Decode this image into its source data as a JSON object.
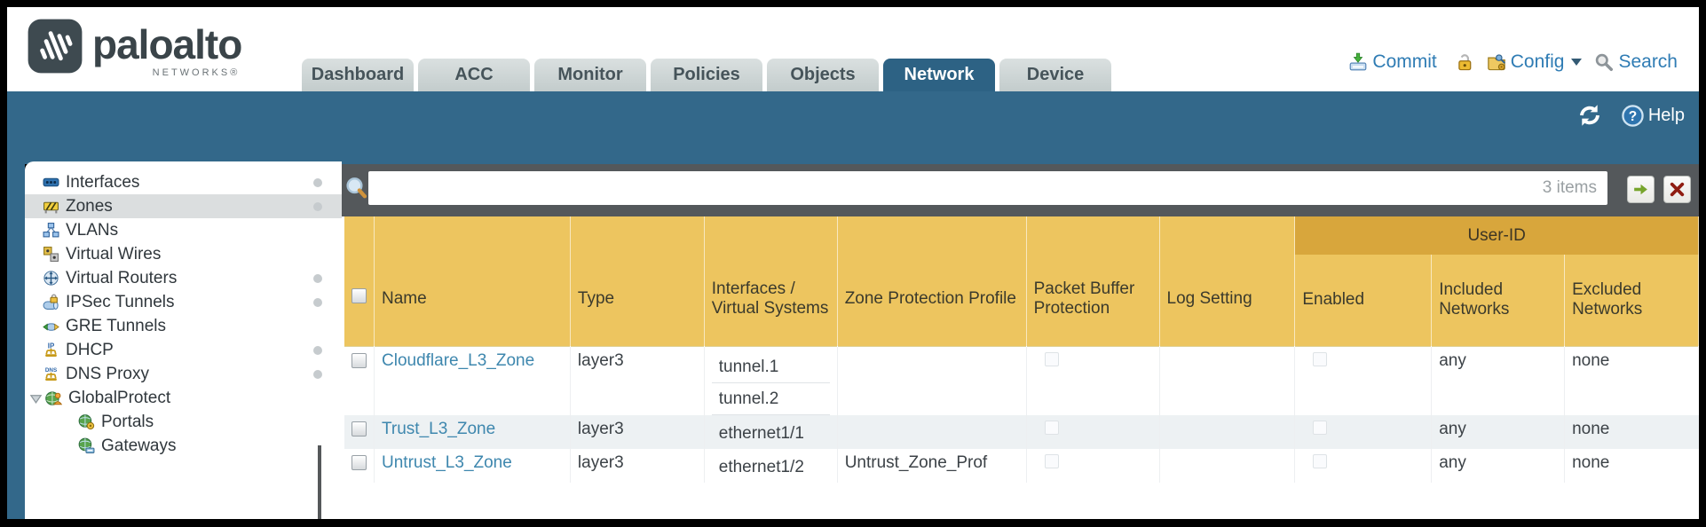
{
  "header": {
    "logo": {
      "brand": "paloalto",
      "sub": "NETWORKS®"
    },
    "tabs": [
      {
        "label": "Dashboard",
        "active": false
      },
      {
        "label": "ACC",
        "active": false
      },
      {
        "label": "Monitor",
        "active": false
      },
      {
        "label": "Policies",
        "active": false
      },
      {
        "label": "Objects",
        "active": false
      },
      {
        "label": "Network",
        "active": true
      },
      {
        "label": "Device",
        "active": false
      }
    ],
    "utilities": {
      "commit_label": "Commit",
      "config_label": "Config",
      "search_label": "Search"
    }
  },
  "toolbar": {
    "help_label": "Help"
  },
  "filterbar": {
    "value": "",
    "items_count": "3 items"
  },
  "sidebar": {
    "items": [
      {
        "label": "Interfaces",
        "icon": "interfaces-icon",
        "dot": true,
        "selected": false,
        "indent": 0,
        "expander": false
      },
      {
        "label": "Zones",
        "icon": "zones-icon",
        "dot": true,
        "selected": true,
        "indent": 0,
        "expander": false
      },
      {
        "label": "VLANs",
        "icon": "vlans-icon",
        "dot": false,
        "selected": false,
        "indent": 0,
        "expander": false
      },
      {
        "label": "Virtual Wires",
        "icon": "virtual-wires-icon",
        "dot": false,
        "selected": false,
        "indent": 0,
        "expander": false
      },
      {
        "label": "Virtual Routers",
        "icon": "virtual-routers-icon",
        "dot": true,
        "selected": false,
        "indent": 0,
        "expander": false
      },
      {
        "label": "IPSec Tunnels",
        "icon": "ipsec-tunnels-icon",
        "dot": true,
        "selected": false,
        "indent": 0,
        "expander": false
      },
      {
        "label": "GRE Tunnels",
        "icon": "gre-tunnels-icon",
        "dot": false,
        "selected": false,
        "indent": 0,
        "expander": false
      },
      {
        "label": "DHCP",
        "icon": "dhcp-icon",
        "dot": true,
        "selected": false,
        "indent": 0,
        "expander": false
      },
      {
        "label": "DNS Proxy",
        "icon": "dns-proxy-icon",
        "dot": true,
        "selected": false,
        "indent": 0,
        "expander": false
      },
      {
        "label": "GlobalProtect",
        "icon": "globalprotect-icon",
        "dot": false,
        "selected": false,
        "indent": 0,
        "expander": true
      },
      {
        "label": "Portals",
        "icon": "portals-icon",
        "dot": false,
        "selected": false,
        "indent": 1,
        "expander": false
      },
      {
        "label": "Gateways",
        "icon": "gateways-icon",
        "dot": false,
        "selected": false,
        "indent": 1,
        "expander": false
      }
    ]
  },
  "table": {
    "group_header": "User-ID",
    "columns": [
      "Name",
      "Type",
      "Interfaces / Virtual Systems",
      "Zone Protection Profile",
      "Packet Buffer Protection",
      "Log Setting",
      "Enabled",
      "Included Networks",
      "Excluded Networks"
    ],
    "rows": [
      {
        "name": "Cloudflare_L3_Zone",
        "type": "layer3",
        "interfaces": [
          "tunnel.1",
          "tunnel.2"
        ],
        "zone_protection_profile": "",
        "log_setting": "",
        "included_networks": "any",
        "excluded_networks": "none"
      },
      {
        "name": "Trust_L3_Zone",
        "type": "layer3",
        "interfaces": [
          "ethernet1/1"
        ],
        "zone_protection_profile": "",
        "log_setting": "",
        "included_networks": "any",
        "excluded_networks": "none"
      },
      {
        "name": "Untrust_L3_Zone",
        "type": "layer3",
        "interfaces": [
          "ethernet1/2"
        ],
        "zone_protection_profile": "Untrust_Zone_Prof",
        "log_setting": "",
        "included_networks": "any",
        "excluded_networks": "none"
      }
    ]
  },
  "colors": {
    "accent_teal": "#33688a",
    "tab_active": "#2d6284",
    "header_gold": "#edc55f",
    "group_gold": "#d8a63c",
    "link_blue": "#3e87ae",
    "util_blue": "#2f7cb4"
  }
}
